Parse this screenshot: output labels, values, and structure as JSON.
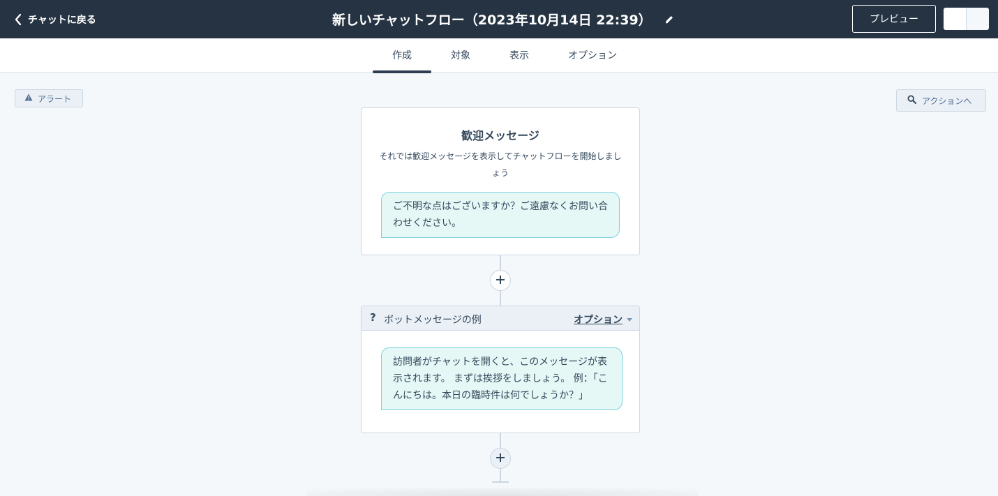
{
  "header": {
    "back_label": "チャットに戻る",
    "flow_title": "新しいチャットフロー（2023年10月14日 22:39）",
    "preview_label": "プレビュー"
  },
  "tabs": [
    {
      "label": "作成",
      "active": true
    },
    {
      "label": "対象",
      "active": false
    },
    {
      "label": "表示",
      "active": false
    },
    {
      "label": "オプション",
      "active": false
    }
  ],
  "canvas": {
    "alert_label": "アラート",
    "actions_label": "アクションへ"
  },
  "welcome": {
    "title": "歓迎メッセージ",
    "description": "それでは歓迎メッセージを表示してチャットフローを開始しましょう",
    "message": "ご不明な点はございますか？ご遠慮なくお問い合わせください。"
  },
  "bot_message": {
    "header_icon": "?",
    "header_title": "ボットメッセージの例",
    "options_label": "オプション",
    "message": "訪問者がチャットを開くと、このメッセージが表示されます。 まずは挨拶をしましょう。 例：「こんにちは。本日の臨時件は何でしょうか？」"
  },
  "icons": {
    "back": "chevron-left-icon",
    "edit": "pencil-icon",
    "alert": "warning-icon",
    "actions": "search-icon",
    "add": "plus-icon"
  },
  "colors": {
    "header_bg": "#253342",
    "bubble_bg": "#e5f8f6",
    "bubble_border": "#7fd1de",
    "canvas_bg": "#f5f8fa"
  }
}
